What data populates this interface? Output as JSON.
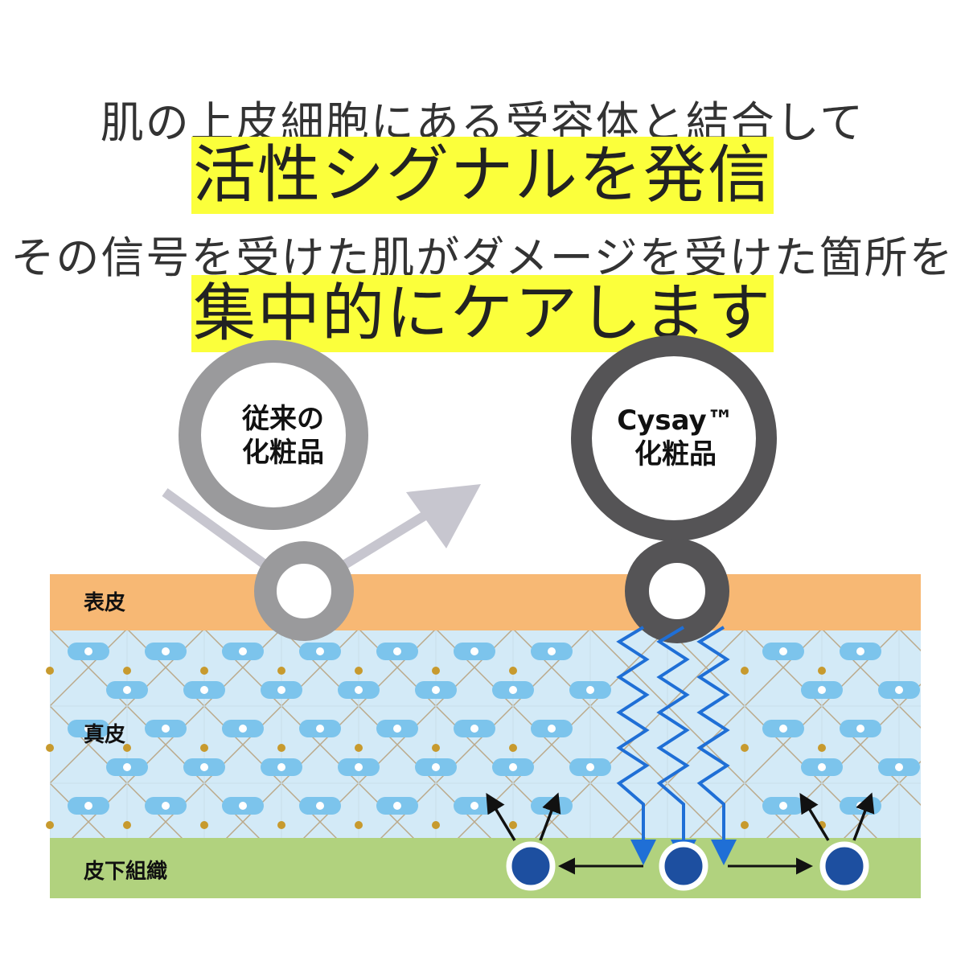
{
  "headline": {
    "line1": "肌の上皮細胞にある受容体と結合して",
    "line2": "活性シグナルを発信",
    "line3": "その信号を受けた肌がダメージを受けた箇所を",
    "line4": "集中的にケアします"
  },
  "circles": {
    "conventional": {
      "line1": "従来の",
      "line2": "化粧品"
    },
    "cysay": {
      "line1": "Cysay™",
      "line2": "化粧品"
    }
  },
  "layers": {
    "epidermis": "表皮",
    "dermis": "真皮",
    "subcutaneous": "皮下組織"
  },
  "colors": {
    "highlight": "#fbff3b",
    "epidermis": "#f7b874",
    "dermis": "#d3eaf7",
    "subcutaneous": "#b1d27e",
    "conventional_ring": "#9a9a9c",
    "cysay_ring": "#555456",
    "signal": "#1f6fd6",
    "cell": "#1d4fa0"
  }
}
